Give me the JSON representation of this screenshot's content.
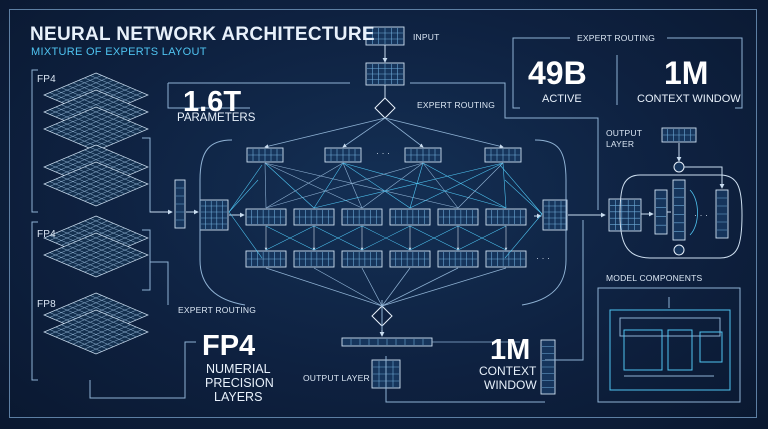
{
  "title": "NEURAL NETWORK ARCHITECTURE",
  "subtitle": "MIXTURE OF EXPERTS LAYOUT",
  "labels": {
    "input": "INPUT",
    "expert_routing_top": "EXPERT ROUTING",
    "expert_routing_panel": "EXPERT ROUTING",
    "expert_routing_bottom": "EXPERT ROUTING",
    "output_layer_right": "OUTPUT\nLAYER",
    "output_layer_bottom": "OUTPUT LAYER",
    "model_components": "MODEL COMPONENTS",
    "fp4_top": "FP4",
    "fp4_mid": "FP4",
    "fp8": "FP8",
    "dots_top": "· · ·",
    "dots_mid": "· · ·",
    "dots_right": "· · ·"
  },
  "stats": {
    "parameters_value": "1.6T",
    "parameters_label": "PARAMETERS",
    "active_value": "49B",
    "active_label": "ACTIVE",
    "context_value": "1M",
    "context_label": "CONTEXT WINDOW",
    "context2_value": "1M",
    "context2_label_line1": "CONTEXT",
    "context2_label_line2": "WINDOW",
    "precision_value": "FP4",
    "precision_line1": "NUMERIAL",
    "precision_line2": "PRECISION",
    "precision_line3": "LAYERS"
  },
  "colors": {
    "background": "#0e2140",
    "line": "#8fb2d4",
    "accent": "#4fc3f0",
    "text": "#e8f1fb"
  }
}
